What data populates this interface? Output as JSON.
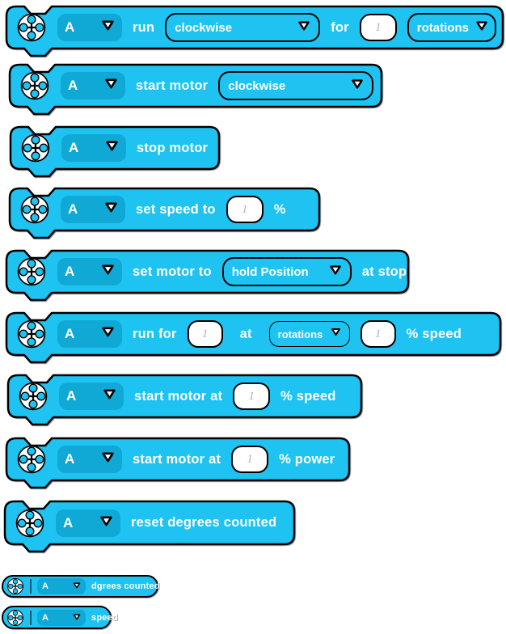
{
  "colors": {
    "block_fill": "#1fc3f2",
    "port_dropdown_fill": "#10a9d6",
    "outline": "#000000",
    "input_text_color": "#b3b3b3"
  },
  "icons": {
    "motor": "motor-wheel-icon",
    "dropdown_arrow": "dropdown-triangle-icon"
  },
  "blocks": [
    {
      "port": "A",
      "l1": "run",
      "dd1": "clockwise",
      "l2": "for",
      "in1": "1",
      "dd2": "rotations"
    },
    {
      "port": "A",
      "l1": "start motor",
      "dd1": "clockwise"
    },
    {
      "port": "A",
      "l1": "stop motor"
    },
    {
      "port": "A",
      "l1": "set speed to",
      "in1": "1",
      "l2": "%"
    },
    {
      "port": "A",
      "l1": "set motor to",
      "dd1": "hold Position",
      "l2": "at stop"
    },
    {
      "port": "A",
      "l1": "run for",
      "in1": "1",
      "l2": "at",
      "dd1": "rotations",
      "in2": "1",
      "l3": "% speed"
    },
    {
      "port": "A",
      "l1": "start motor at",
      "in1": "1",
      "l2": "% speed"
    },
    {
      "port": "A",
      "l1": "start motor at",
      "in1": "1",
      "l2": "% power"
    },
    {
      "port": "A",
      "l1": "reset degrees counted"
    }
  ],
  "reporters": [
    {
      "port": "A",
      "label": "dgrees counted"
    },
    {
      "port": "A",
      "label": "speed"
    }
  ]
}
